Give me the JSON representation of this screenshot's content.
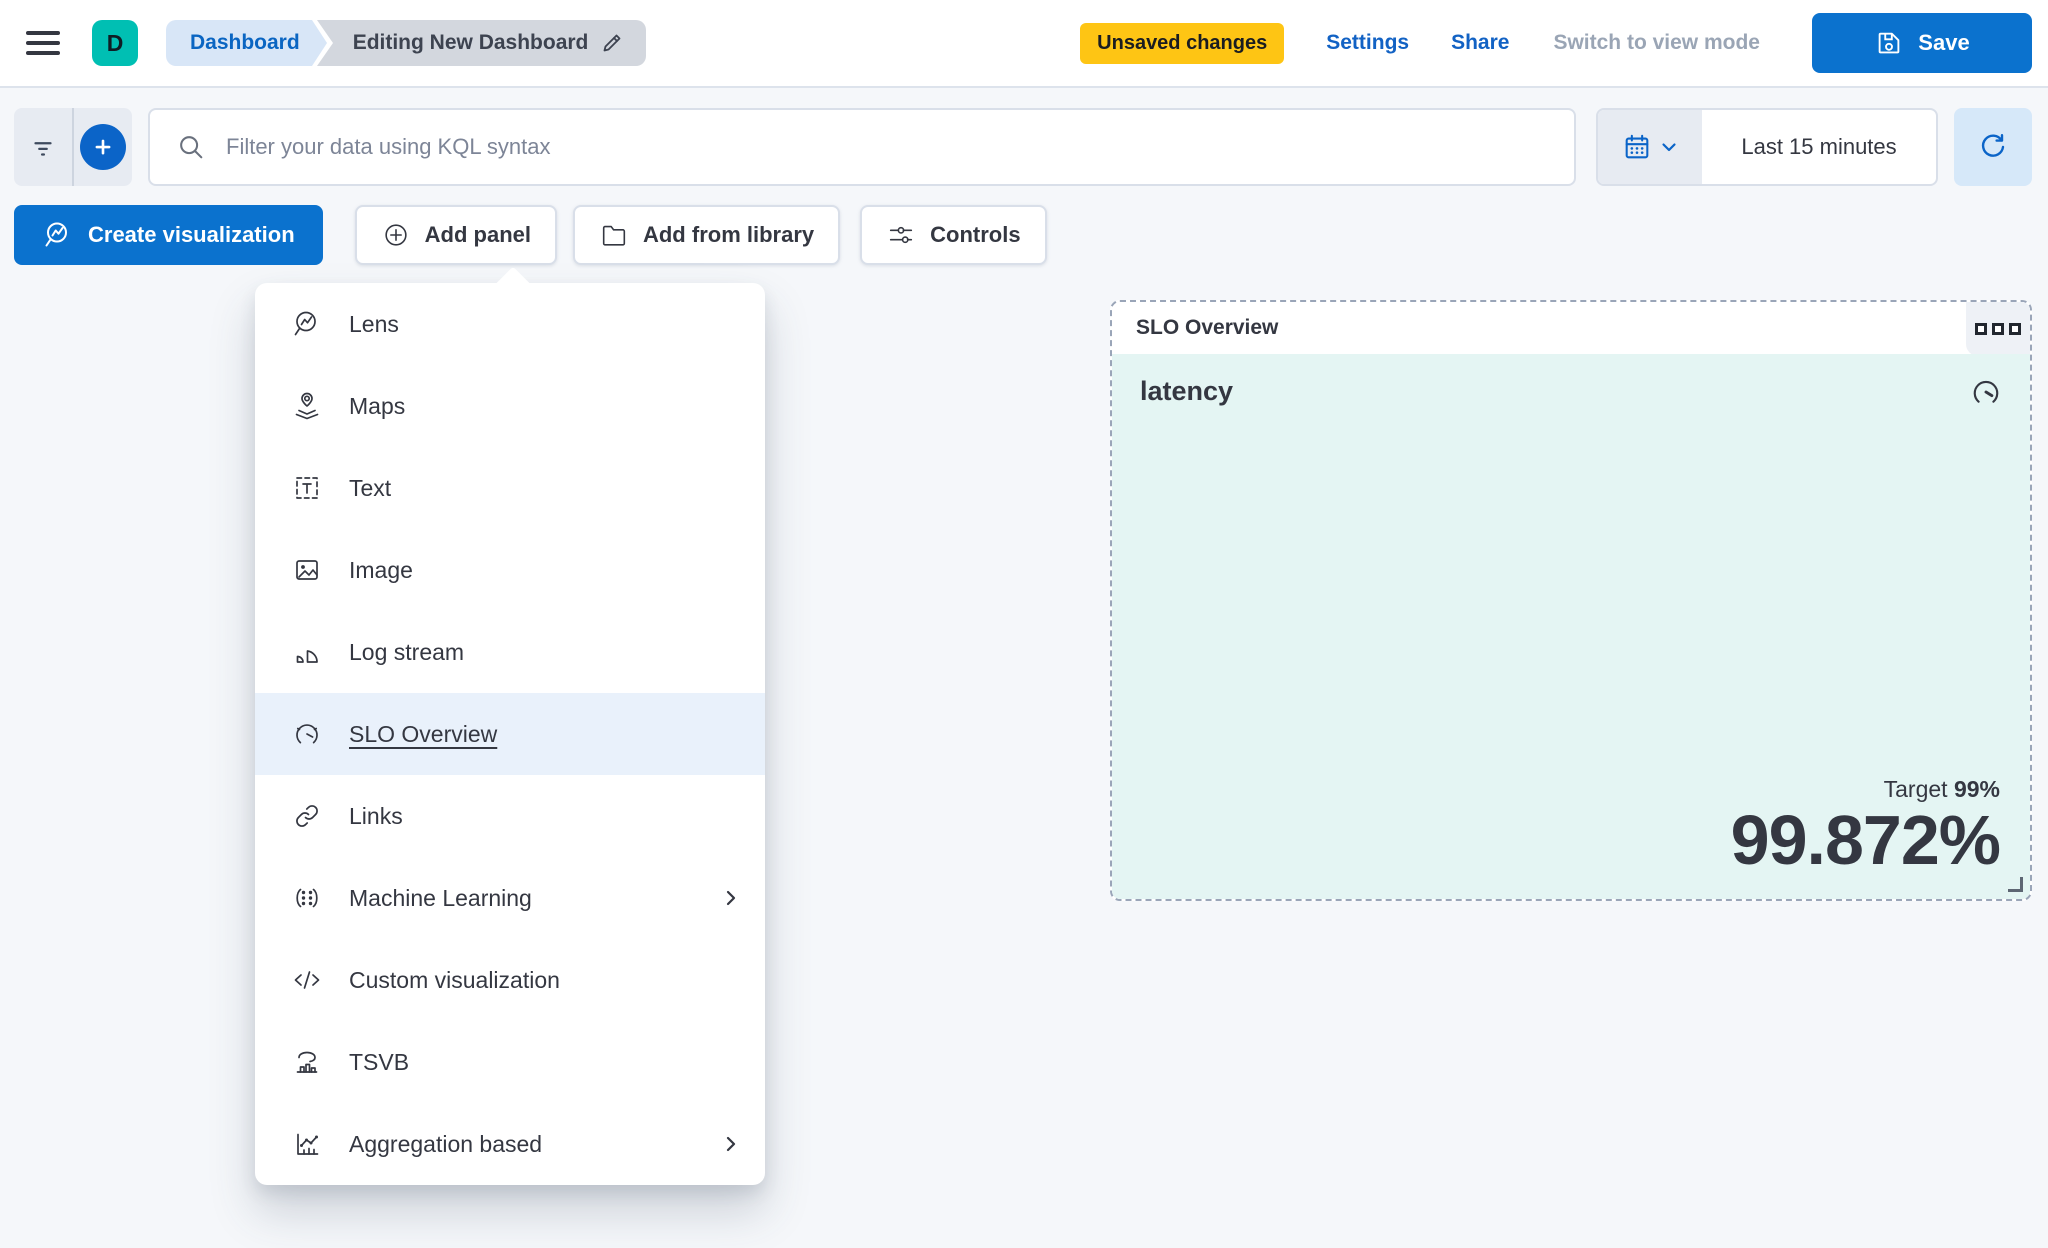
{
  "header": {
    "avatar_initial": "D",
    "breadcrumbs": [
      {
        "label": "Dashboard"
      },
      {
        "label": "Editing New Dashboard"
      }
    ],
    "unsaved_badge": "Unsaved changes",
    "settings_label": "Settings",
    "share_label": "Share",
    "view_mode_label": "Switch to view mode",
    "save_label": "Save"
  },
  "filter_bar": {
    "kql_placeholder": "Filter your data using KQL syntax",
    "time_range": "Last 15 minutes"
  },
  "toolbar": {
    "create_visualization_label": "Create visualization",
    "add_panel_label": "Add panel",
    "add_from_library_label": "Add from library",
    "controls_label": "Controls"
  },
  "add_panel_menu": {
    "items": [
      {
        "label": "Lens",
        "icon": "lens-icon",
        "highlighted": false,
        "has_submenu": false
      },
      {
        "label": "Maps",
        "icon": "maps-icon",
        "highlighted": false,
        "has_submenu": false
      },
      {
        "label": "Text",
        "icon": "text-icon",
        "highlighted": false,
        "has_submenu": false
      },
      {
        "label": "Image",
        "icon": "image-icon",
        "highlighted": false,
        "has_submenu": false
      },
      {
        "label": "Log stream",
        "icon": "log-stream-icon",
        "highlighted": false,
        "has_submenu": false
      },
      {
        "label": "SLO Overview",
        "icon": "gauge-icon",
        "highlighted": true,
        "has_submenu": false
      },
      {
        "label": "Links",
        "icon": "link-icon",
        "highlighted": false,
        "has_submenu": false
      },
      {
        "label": "Machine Learning",
        "icon": "machine-learning-icon",
        "highlighted": false,
        "has_submenu": true
      },
      {
        "label": "Custom visualization",
        "icon": "code-icon",
        "highlighted": false,
        "has_submenu": false
      },
      {
        "label": "TSVB",
        "icon": "tsvb-icon",
        "highlighted": false,
        "has_submenu": false
      },
      {
        "label": "Aggregation based",
        "icon": "aggregation-icon",
        "highlighted": false,
        "has_submenu": true
      }
    ]
  },
  "slo_panel": {
    "title": "SLO Overview",
    "slo_name": "latency",
    "target_label": "Target",
    "target_value": "99%",
    "value": "99.872%"
  },
  "colors": {
    "primary_blue": "#0b72ce",
    "link_blue": "#1262c4",
    "avatar_teal": "#00bfb3",
    "warning_yellow": "#fec514",
    "panel_mint": "#e4f5f3",
    "menu_highlight": "#e9f1fb",
    "canvas_background": "#f5f7fa"
  }
}
